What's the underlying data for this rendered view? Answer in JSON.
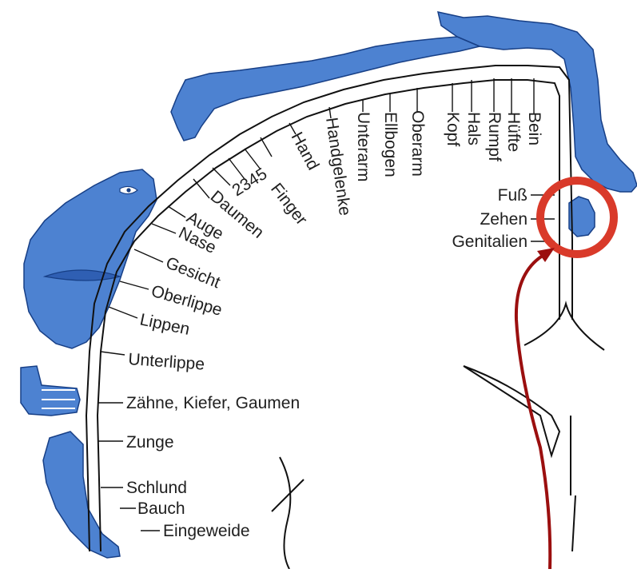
{
  "diagram": {
    "labels": {
      "bein": "Bein",
      "huefte": "Hüfte",
      "rumpf": "Rumpf",
      "hals": "Hals",
      "kopf": "Kopf",
      "oberarm": "Oberarm",
      "ellbogen": "Ellbogen",
      "unterarm": "Unterarm",
      "handgelenke": "Handgelenke",
      "hand": "Hand",
      "finger_nums": "2345",
      "finger": "Finger",
      "daumen": "Daumen",
      "auge": "Auge",
      "nase": "Nase",
      "gesicht": "Gesicht",
      "oberlippe": "Oberlippe",
      "lippen": "Lippen",
      "unterlippe": "Unterlippe",
      "zaehne": "Zähne, Kiefer, Gaumen",
      "zunge": "Zunge",
      "schlund": "Schlund",
      "bauch": "Bauch",
      "eingeweide": "Eingeweide",
      "fuss": "Fuß",
      "zehen": "Zehen",
      "genitalien": "Genitalien"
    },
    "colors": {
      "body": "#4d82d1",
      "outline": "#111111",
      "highlight_circle": "#d93a2a",
      "arrow": "#9b0f0f"
    }
  }
}
